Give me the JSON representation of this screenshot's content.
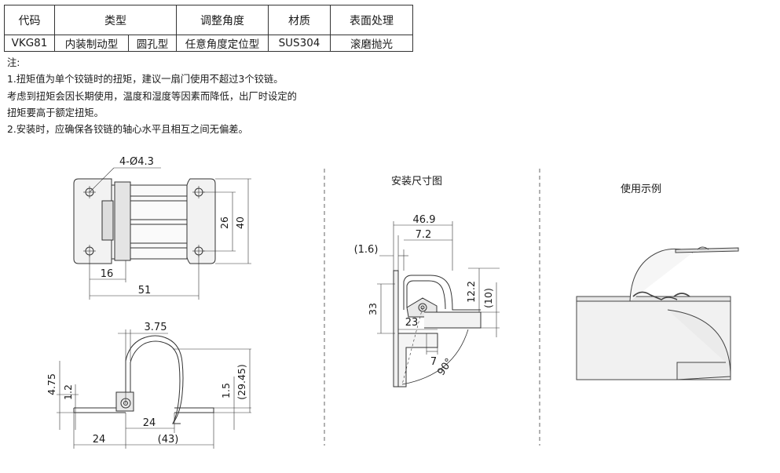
{
  "table": {
    "headers": {
      "code": "代码",
      "type": "类型",
      "angle": "调整角度",
      "material": "材质",
      "finish": "表面处理"
    },
    "row": {
      "code": "VKG81",
      "type1": "内装制动型",
      "type2": "圆孔型",
      "angle": "任意角度定位型",
      "material": "SUS304",
      "finish": "滚磨抛光"
    }
  },
  "notes": [
    "注:",
    "1.扭矩值为单个铰链时的扭矩，建议一扇门使用不超过3个铰链。",
    "考虑到扭矩会因长期使用，温度和湿度等因素而降低，出厂时设定的",
    "扭矩要高于额定扭矩。",
    "2.安装时，应确保各铰链的轴心水平且相互之间无偏差。"
  ],
  "section_titles": {
    "install": "安装尺寸图",
    "usage": "使用示例"
  },
  "top_view": {
    "hole": "4-Ø4.3",
    "d26": "26",
    "d40": "40",
    "d16": "16",
    "d51": "51"
  },
  "side_view": {
    "d375": "3.75",
    "d475": "4.75",
    "d12": "1.2",
    "d15": "1.5",
    "d2945": "(29.45)",
    "d24a": "24",
    "d24b": "24",
    "d43": "(43)"
  },
  "install_view": {
    "d469": "46.9",
    "d72": "7.2",
    "d16": "(1.6)",
    "d33": "33",
    "d23": "23",
    "d7": "7",
    "d122": "12.2",
    "d10": "(10)",
    "d90": "90°"
  }
}
